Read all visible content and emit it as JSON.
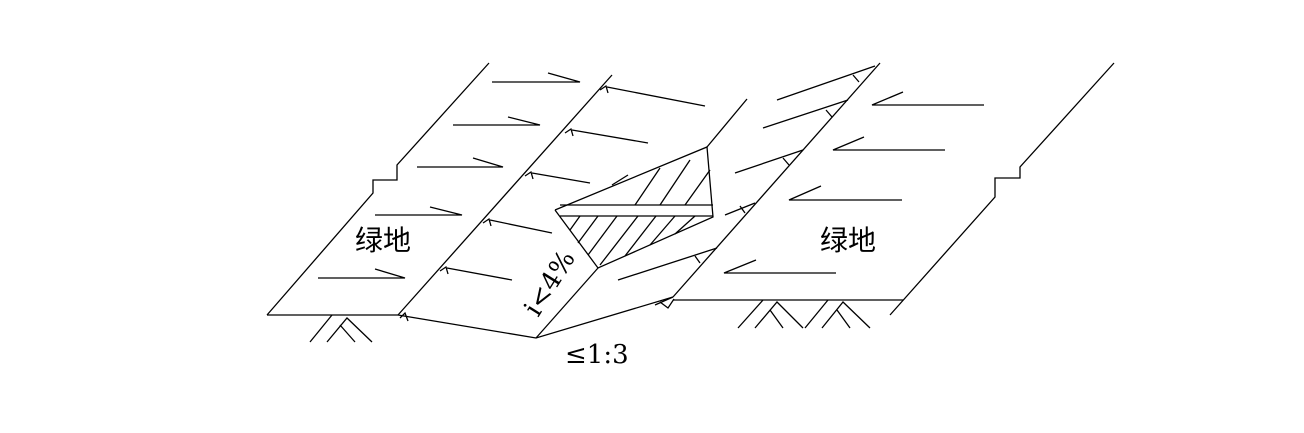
{
  "diagram": {
    "labels": {
      "green_left": "绿地",
      "green_right": "绿地",
      "longitudinal_slope": "i<4%",
      "side_slope": "≤1:3"
    },
    "colors": {
      "stroke": "#000000",
      "background": "#ffffff"
    }
  }
}
